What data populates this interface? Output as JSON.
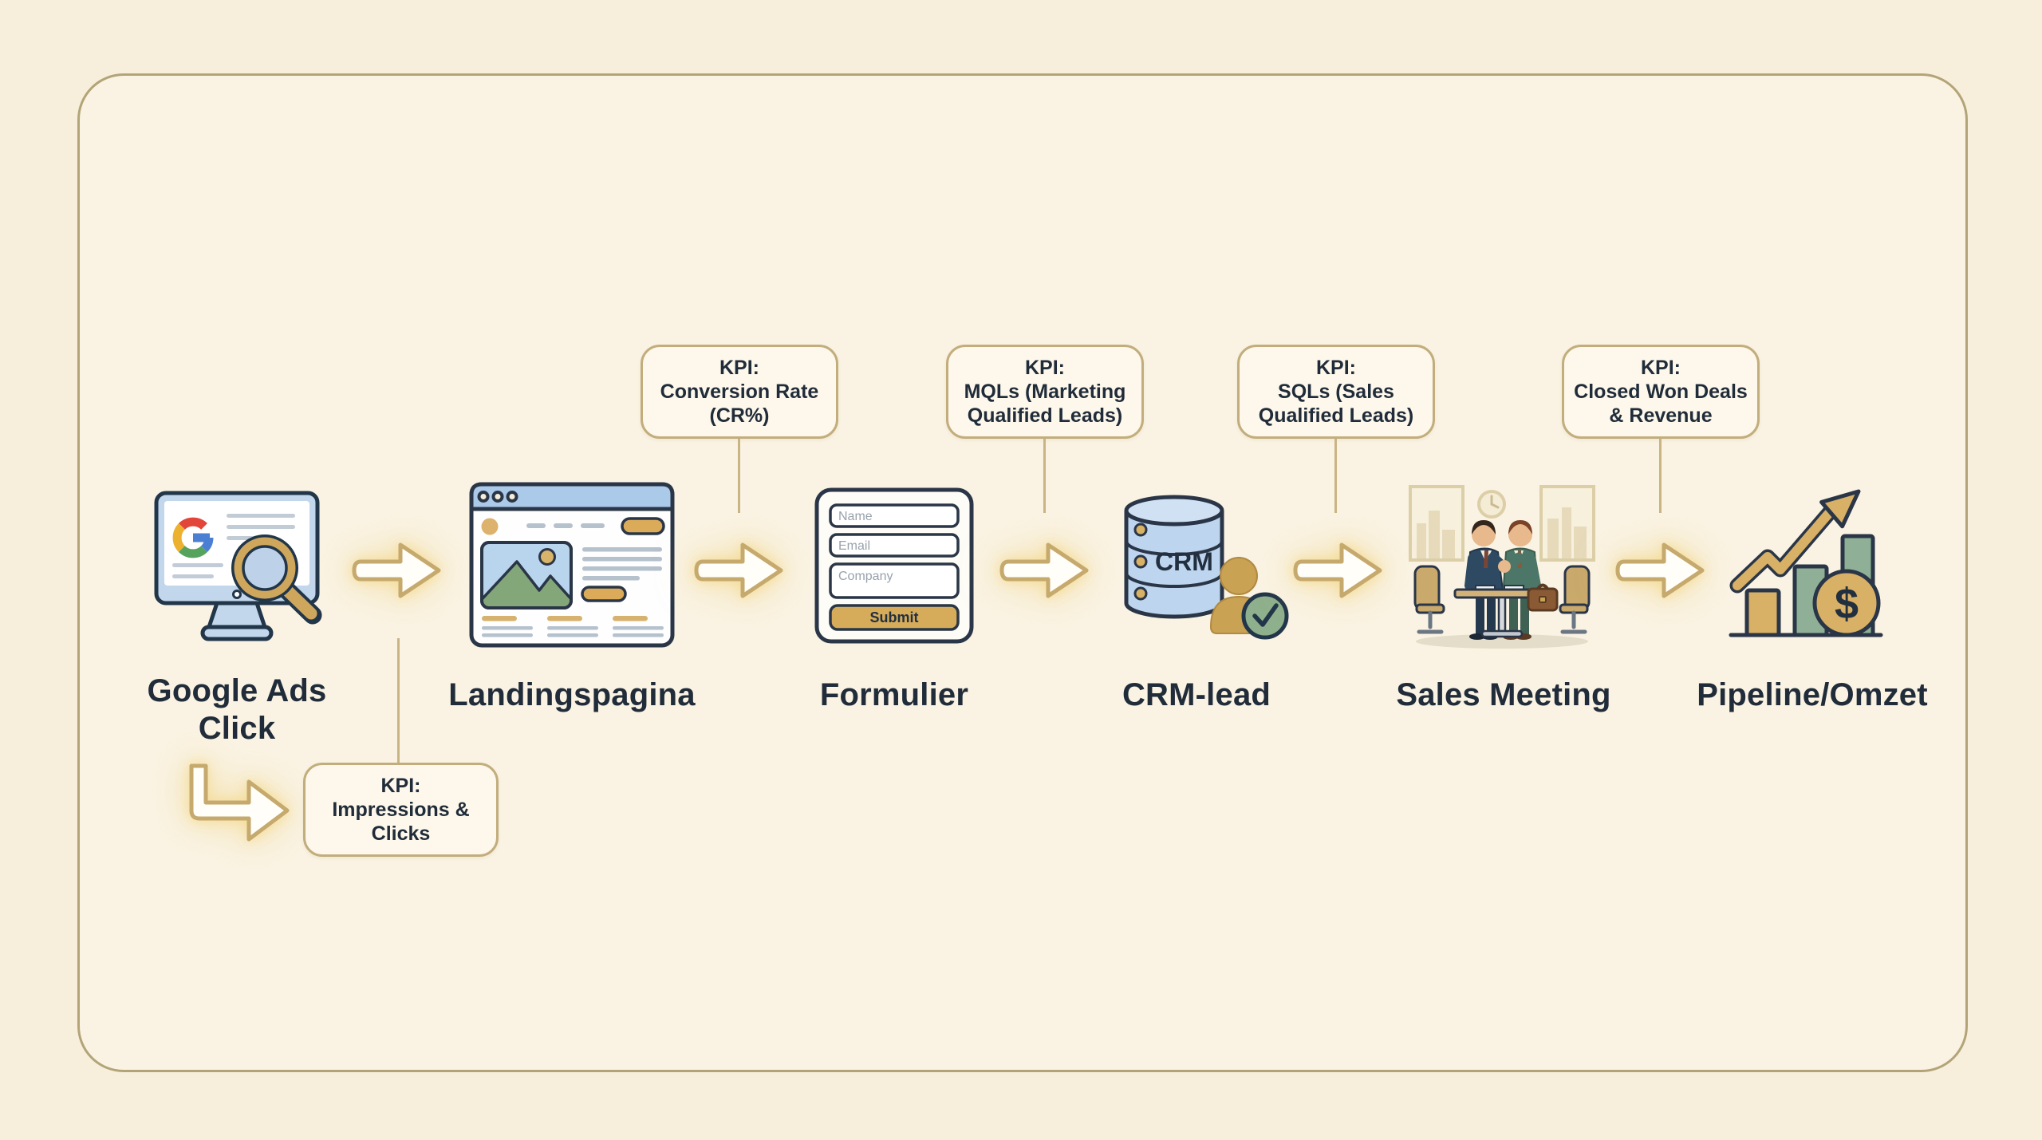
{
  "diagram_title": "Google Ads funnel flow with KPIs",
  "theme": {
    "background_outer": "#f7efdc",
    "background_inner": "#faf3e3",
    "frame_border": "#b3a478",
    "text_color": "#212c3a",
    "kpi_box_background": "#fdf8eb",
    "kpi_box_border": "#c2ad7c",
    "arrow_fill": "#fffef8",
    "arrow_stroke": "#c6a96d",
    "accent_tan": "#d8b066",
    "accent_blue": "#bdd5ee",
    "accent_green": "#8fb096"
  },
  "stages": [
    {
      "label": "Google Ads\nClick",
      "icon": "google-ads-monitor"
    },
    {
      "label": "Landingspagina",
      "icon": "landing-page-browser"
    },
    {
      "label": "Formulier",
      "icon": "lead-form"
    },
    {
      "label": "CRM-lead",
      "icon": "crm-database"
    },
    {
      "label": "Sales Meeting",
      "icon": "sales-meeting"
    },
    {
      "label": "Pipeline/Omzet",
      "icon": "pipeline-revenue-chart"
    }
  ],
  "kpis_top": [
    {
      "lines": [
        "KPI:",
        "Conversion Rate",
        "(CR%)"
      ]
    },
    {
      "lines": [
        "KPI:",
        "MQLs (Marketing",
        "Qualified Leads)"
      ]
    },
    {
      "lines": [
        "KPI:",
        "SQLs (Sales",
        "Qualified Leads)"
      ]
    },
    {
      "lines": [
        "KPI:",
        "Closed Won Deals",
        "& Revenue"
      ]
    }
  ],
  "kpi_bottom": {
    "lines": [
      "KPI:",
      "Impressions &",
      "Clicks"
    ]
  },
  "icons": {
    "form": {
      "fields": [
        "Name",
        "Email",
        "Company"
      ],
      "submit_label": "Submit"
    },
    "crm": {
      "db_label": "CRM"
    },
    "pipeline": {
      "currency_symbol": "$"
    }
  }
}
